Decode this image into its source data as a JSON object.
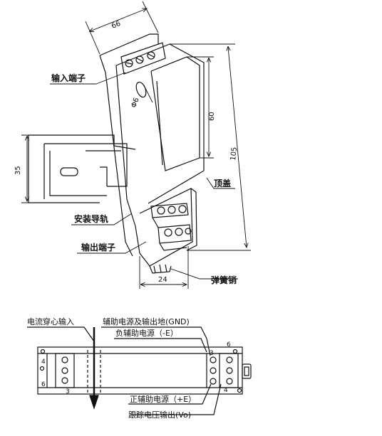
{
  "top_view": {
    "labels": {
      "input_terminal": "输入端子",
      "mounting_rail": "安装导轨",
      "output_terminal": "输出端子",
      "top_cover": "顶盖",
      "spring_pin": "弹簧销"
    },
    "dimensions": {
      "depth": "66",
      "rail_height": "35",
      "cover_height": "60",
      "total_height": "105",
      "width": "24",
      "hole_diameter": "Φ6"
    }
  },
  "wiring_view": {
    "labels": {
      "current_input": "电流穿心输入",
      "aux_power_ground": "辅助电源及输出地(GND)",
      "neg_aux_power": "负辅助电源（-E）",
      "pos_aux_power": "正辅助电源（+E）",
      "follow_voltage_out": "跟踪电压输出(Vo)"
    },
    "pins": {
      "left_top": "4",
      "left_bottom": "6",
      "left_side": "3",
      "right_top": "6",
      "right_side": "3",
      "right_bottom": "4"
    }
  }
}
